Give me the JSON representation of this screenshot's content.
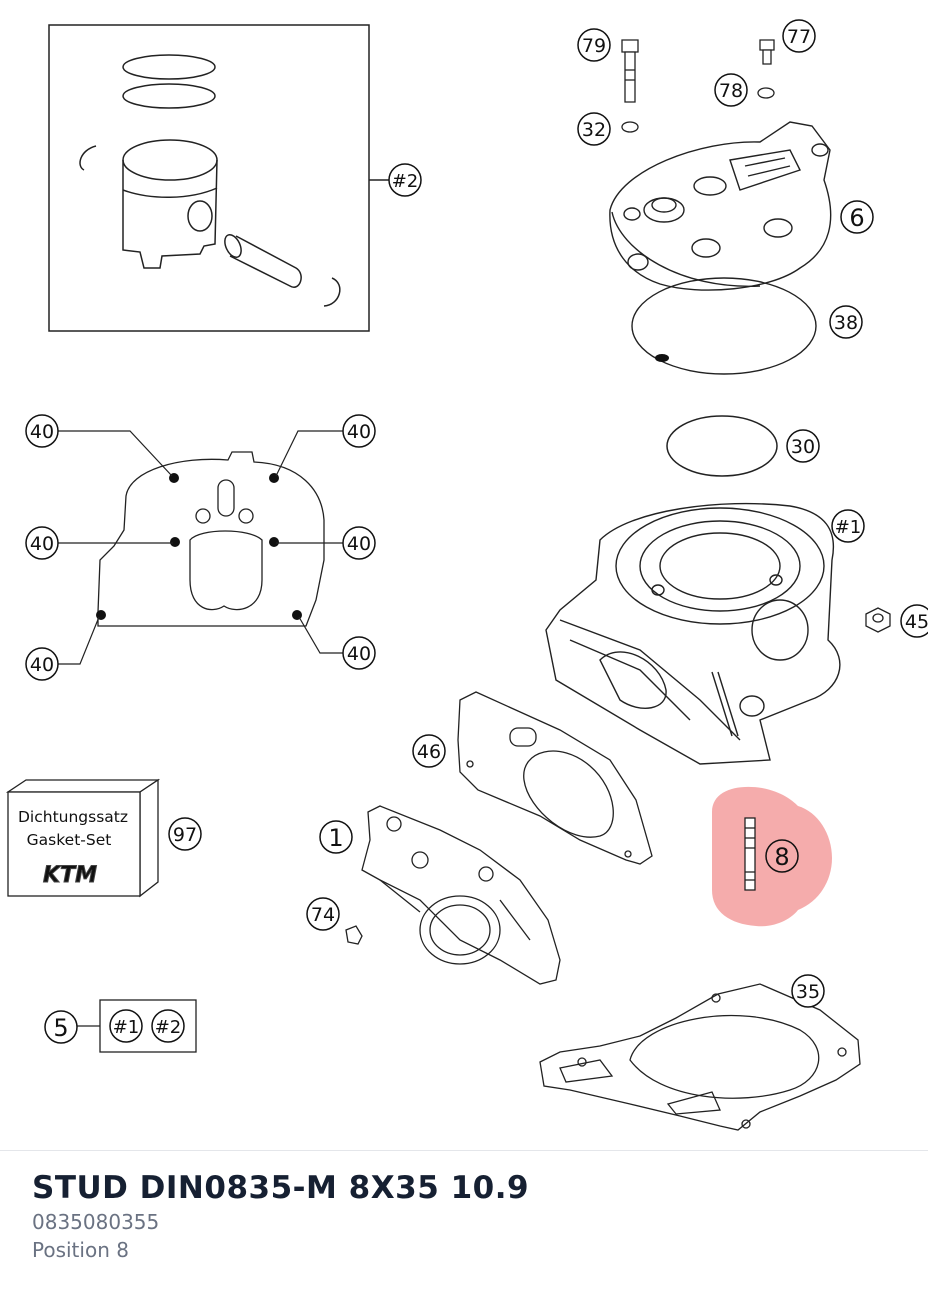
{
  "diagram": {
    "callouts": {
      "c79": "79",
      "c77": "77",
      "c78": "78",
      "c32": "32",
      "c6": "6",
      "c38": "38",
      "c30": "30",
      "c_h1": "#1",
      "c45": "45",
      "c46": "46",
      "c8": "8",
      "c1": "1",
      "c74": "74",
      "c35": "35",
      "c97": "97",
      "c5": "5",
      "c_h2": "#2",
      "c40": "40"
    },
    "kit_items": [
      "#1",
      "#2"
    ],
    "gasket_box": {
      "line1": "Dichtungssatz",
      "line2": "Gasket-Set",
      "brand": "KTM"
    }
  },
  "selected_part": {
    "name": "STUD DIN0835-M 8X35 10.9",
    "number": "0835080355",
    "position": "Position 8",
    "highlight_color": "#f08080"
  }
}
